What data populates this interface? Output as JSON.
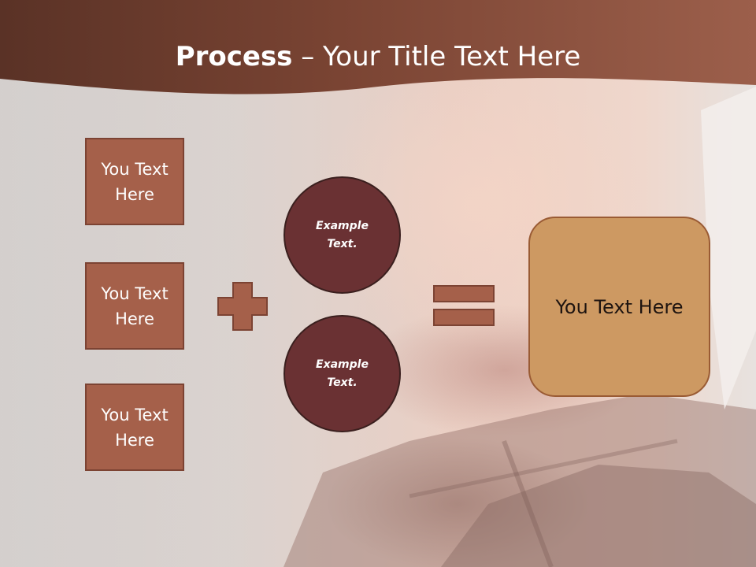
{
  "slide": {
    "title_bold": "Process",
    "title_rest": " – Your Title Text Here"
  },
  "left_boxes": [
    {
      "label": "You Text Here"
    },
    {
      "label": "You Text Here"
    },
    {
      "label": "You Text Here"
    }
  ],
  "circles": [
    {
      "label": "Example Text."
    },
    {
      "label": "Example Text."
    }
  ],
  "result": {
    "label": "You Text Here"
  },
  "colors": {
    "header": "#7a4132",
    "box_fill": "#a5604a",
    "circle_fill": "#6a3133",
    "result_fill": "#cd9962"
  }
}
